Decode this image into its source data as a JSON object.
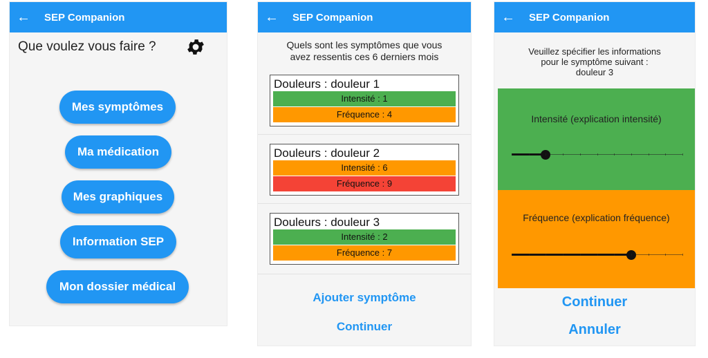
{
  "app_title": "SEP Companion",
  "screen1": {
    "question": "Que voulez vous faire ?",
    "buttons": [
      "Mes symptômes",
      "Ma médication",
      "Mes graphiques",
      "Information SEP",
      "Mon dossier médical"
    ]
  },
  "screen2": {
    "question_line1": "Quels sont les symptômes que vous",
    "question_line2": "avez ressentis ces 6 derniers mois",
    "symptoms": [
      {
        "title": "Douleurs : douleur 1",
        "intensity": "Intensité : 1",
        "frequency": "Fréquence : 4",
        "intensity_color": "#4caf50",
        "frequency_color": "#ff9800"
      },
      {
        "title": "Douleurs : douleur 2",
        "intensity": "Intensité : 6",
        "frequency": "Fréquence : 9",
        "intensity_color": "#ff9800",
        "frequency_color": "#f44336"
      },
      {
        "title": "Douleurs : douleur 3",
        "intensity": "Intensité : 2",
        "frequency": "Fréquence : 7",
        "intensity_color": "#4caf50",
        "frequency_color": "#ff9800"
      }
    ],
    "add_label": "Ajouter symptôme",
    "continue_label": "Continuer"
  },
  "screen3": {
    "question_line1": "Veuillez spécifier les informations",
    "question_line2": "pour le symptôme suivant :",
    "question_line3": "douleur 3",
    "intensity_label": "Intensité (explication intensité)",
    "frequency_label": "Fréquence (explication fréquence)",
    "intensity_value": 2,
    "frequency_value": 7,
    "slider_max": 10,
    "intensity_panel_color": "#4caf50",
    "frequency_panel_color": "#ff9800",
    "continue_label": "Continuer",
    "cancel_label": "Annuler"
  },
  "colors": {
    "primary": "#2196f3",
    "green": "#4caf50",
    "orange": "#ff9800",
    "red": "#f44336"
  },
  "icons": {
    "back": "arrow-left-icon",
    "settings": "gear-icon"
  }
}
